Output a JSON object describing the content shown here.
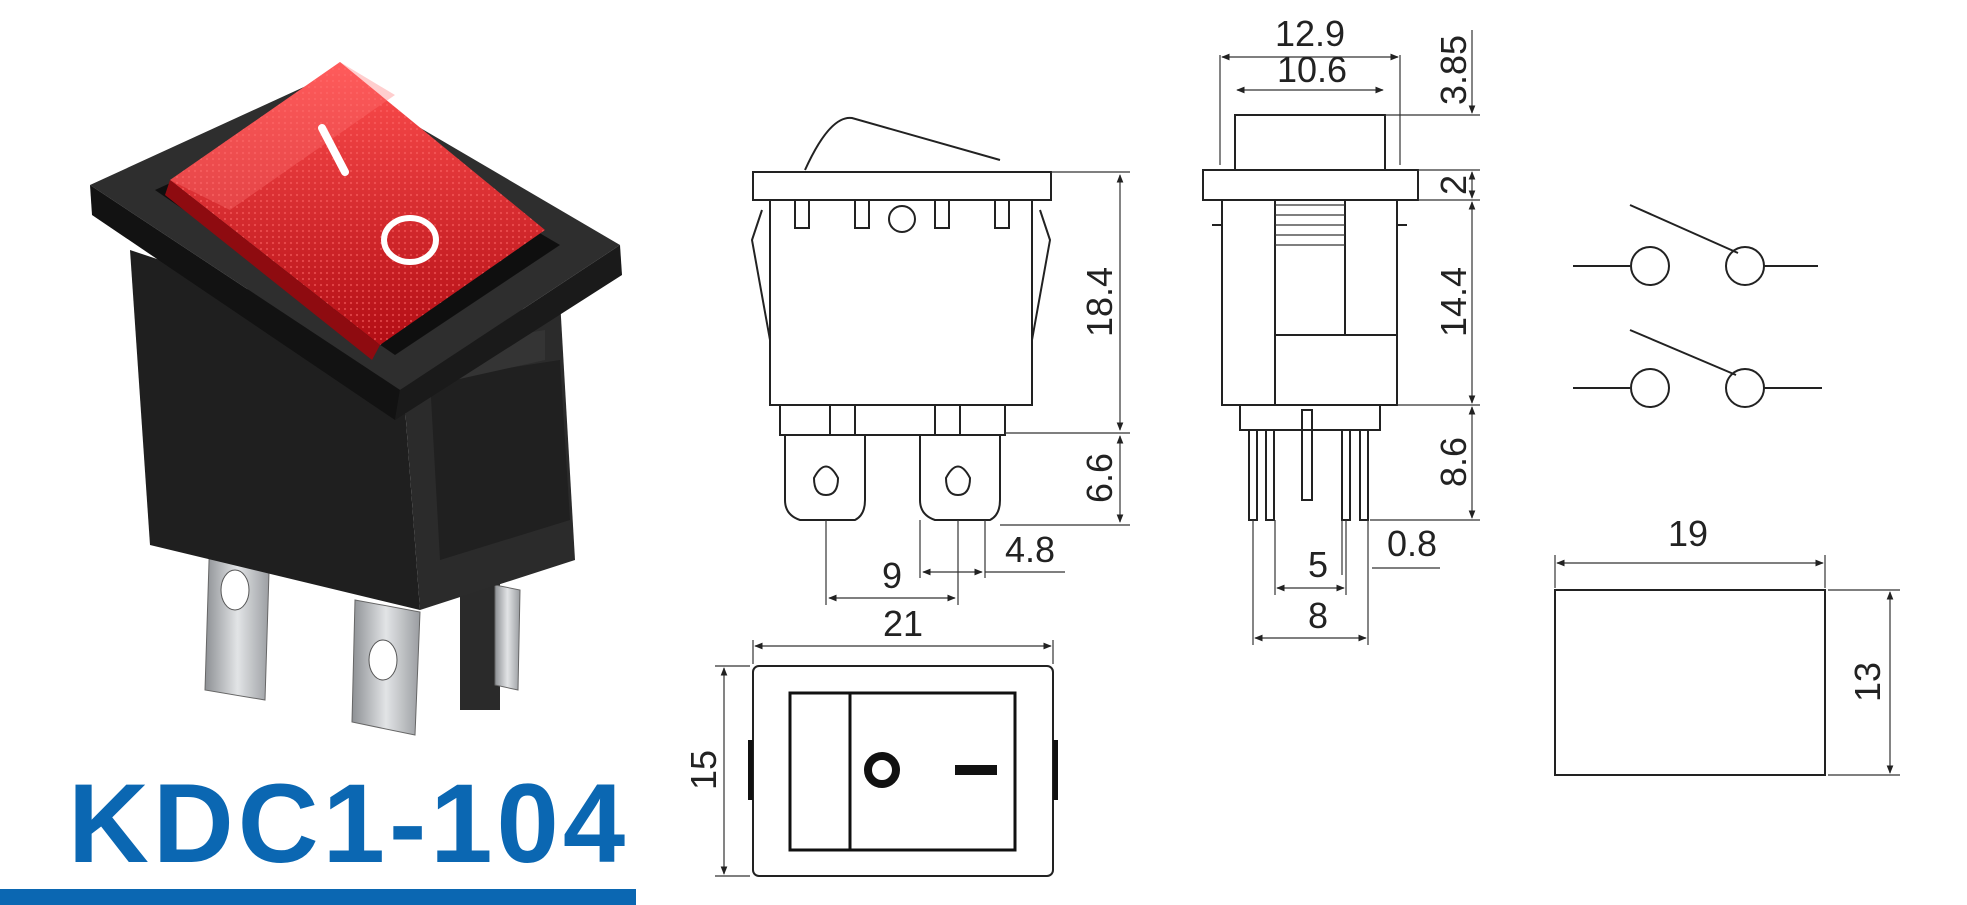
{
  "product": {
    "model": "KDC1-104",
    "rocker_symbols": {
      "on": "I",
      "off": "O"
    }
  },
  "colors": {
    "brand_blue": "#0b67b2",
    "rocker_red": "#d4121c",
    "housing_black": "#1c1c1c",
    "terminal_metal": "#b9bcbf",
    "line": "#222222"
  },
  "dimensions": {
    "front": {
      "height": "18.4",
      "terminal_length": "6.6",
      "terminal_pitch": "9",
      "terminal_width": "4.8"
    },
    "side": {
      "outer_width": "12.9",
      "inner_width": "10.6",
      "rocker_height": "3.85",
      "flange": "2",
      "body_height": "14.4",
      "pin_length": "8.6",
      "pin_spacing_inner": "5",
      "pin_spacing_outer": "8",
      "pin_width": "0.8"
    },
    "top": {
      "width": "21",
      "height": "15"
    },
    "cutout": {
      "width": "19",
      "height": "13"
    }
  },
  "icons": [
    "rocker-switch-photo",
    "switch-schematic-icon"
  ]
}
